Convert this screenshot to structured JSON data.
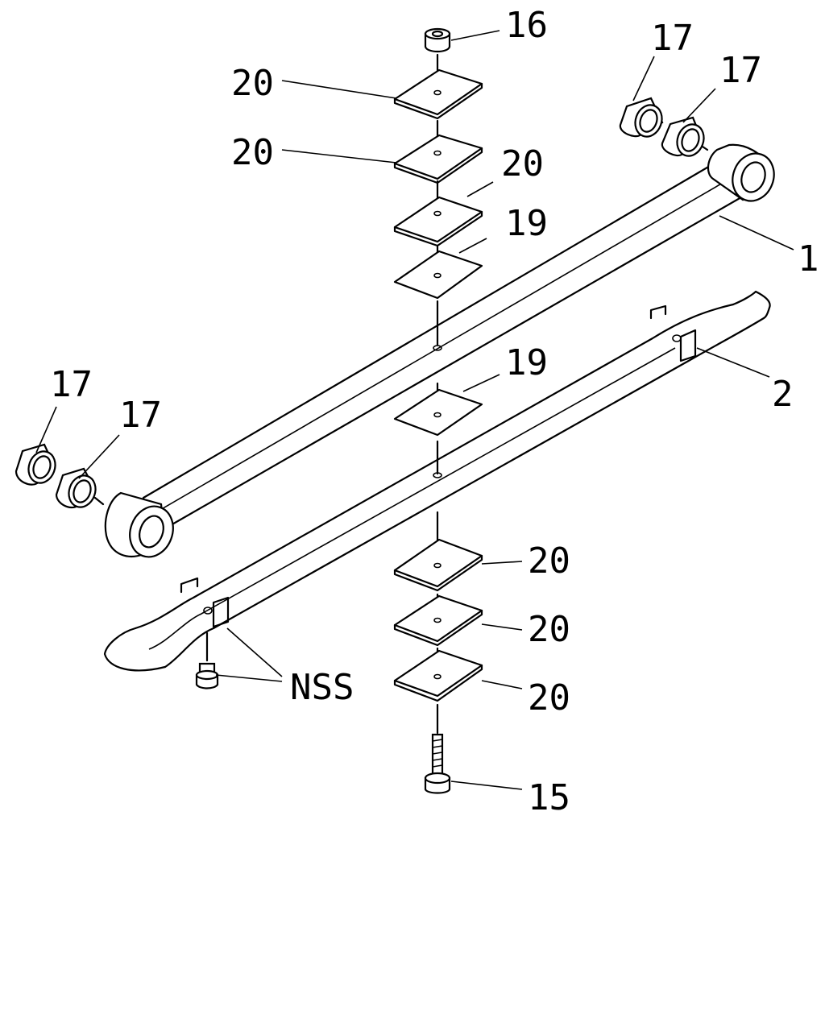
{
  "callouts": {
    "nut": "16",
    "spacer_top_1": "20",
    "spacer_top_2": "20",
    "spacer_top_3": "20",
    "pad_upper": "19",
    "bushing_right_outer": "17",
    "bushing_right_inner": "17",
    "main_leaf": "1",
    "second_leaf": "2",
    "pad_lower": "19",
    "bushing_left_outer": "17",
    "bushing_left_inner": "17",
    "spacer_bottom_1": "20",
    "spacer_bottom_2": "20",
    "spacer_bottom_3": "20",
    "clip_hardware": "NSS",
    "center_bolt": "15"
  }
}
